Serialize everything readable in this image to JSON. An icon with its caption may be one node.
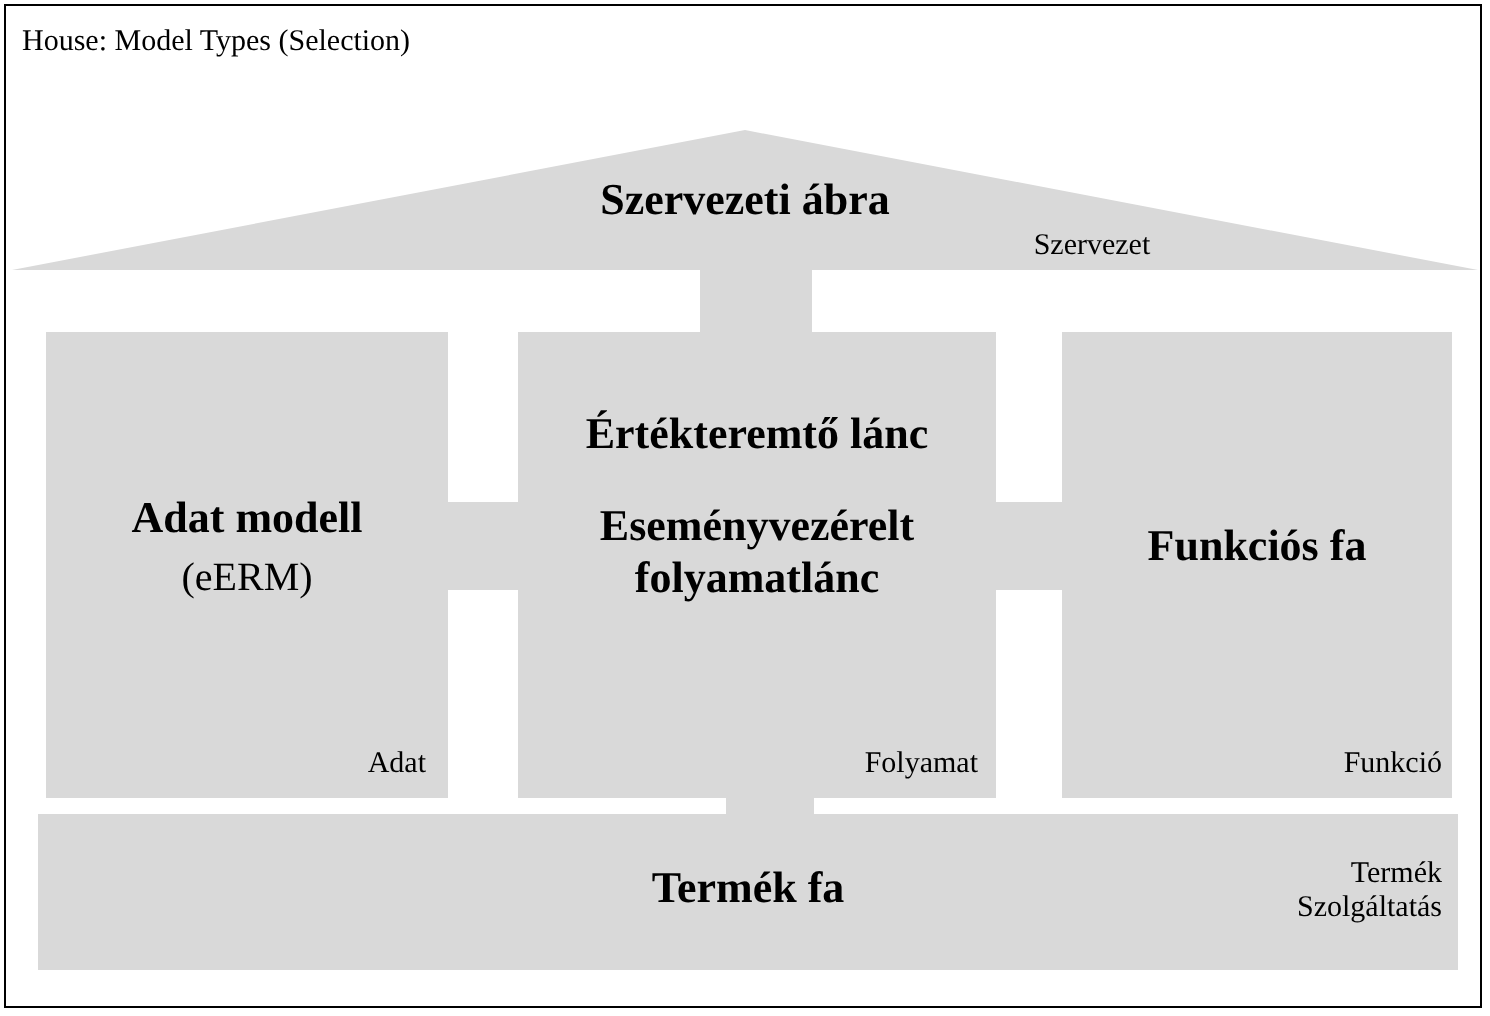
{
  "diagram": {
    "title": "House: Model Types (Selection)",
    "nodes": [
      {
        "text": [
          "Szervezeti ábra",
          "Szervezet"
        ]
      },
      {
        "text": [
          "Adat modell",
          "(eERM)",
          "Adat"
        ]
      },
      {
        "text": [
          "Értékteremtő lánc",
          "Eseményvezérelt folyamatlánc",
          "Folyamat"
        ]
      },
      {
        "text": [
          "Funkciós fa",
          "Funkció"
        ]
      },
      {
        "text": [
          "Termék fa",
          "Termék Szolgáltatás"
        ]
      }
    ],
    "edges": [
      {
        "from": 0,
        "to": 2,
        "arrow": "none"
      },
      {
        "from": 1,
        "to": 2,
        "arrow": "none"
      },
      {
        "from": 2,
        "to": 3,
        "arrow": "none"
      },
      {
        "from": 2,
        "to": 4,
        "arrow": "none"
      }
    ]
  }
}
